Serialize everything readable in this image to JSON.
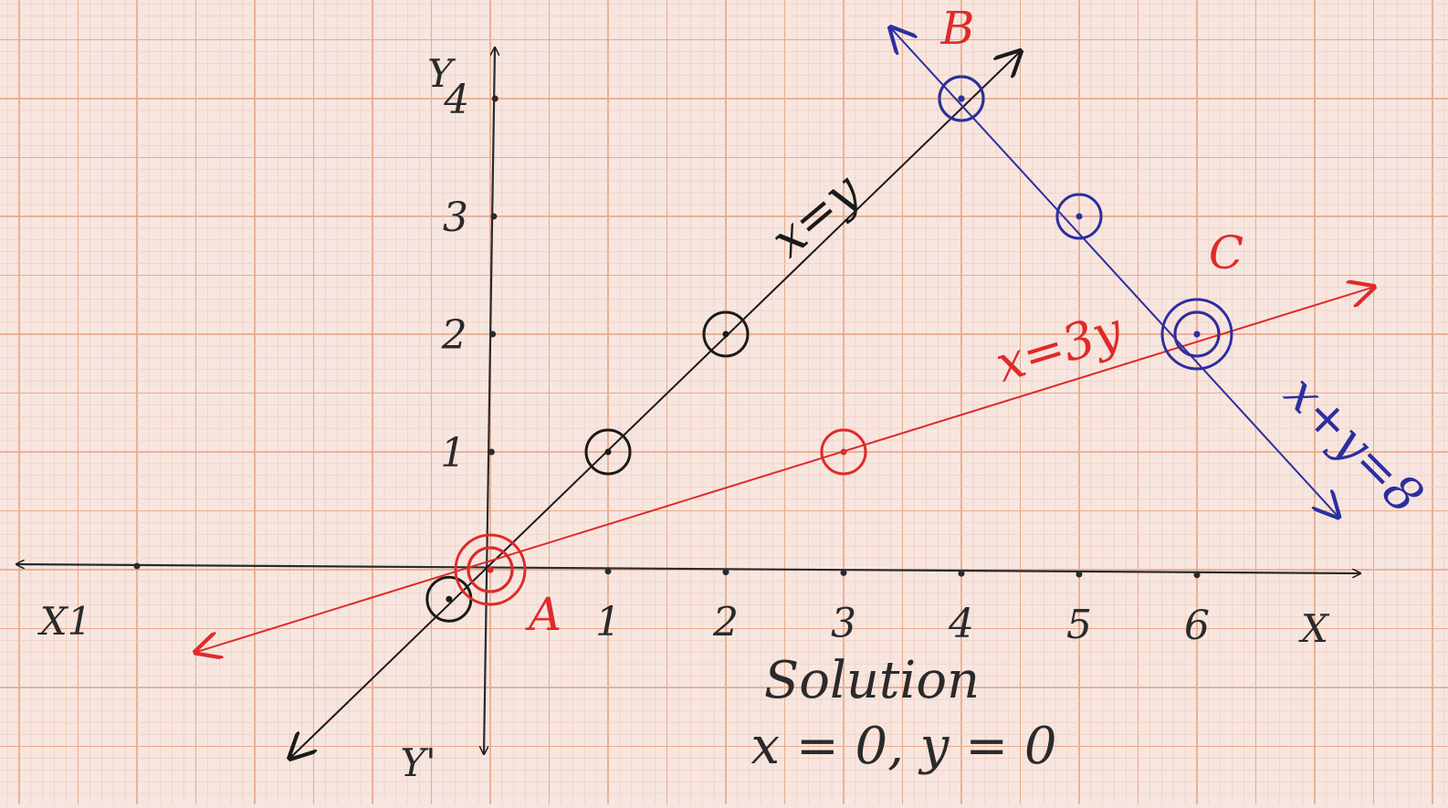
{
  "chart_data": {
    "type": "line",
    "xlim": [
      -4,
      7.2
    ],
    "ylim": [
      -1.6,
      4.4
    ],
    "grid": true,
    "x_ticks": [
      {
        "value": 1,
        "label": "1"
      },
      {
        "value": 2,
        "label": "2"
      },
      {
        "value": 3,
        "label": "3"
      },
      {
        "value": 4,
        "label": "4"
      },
      {
        "value": 5,
        "label": "5"
      },
      {
        "value": 6,
        "label": "6"
      }
    ],
    "y_ticks": [
      {
        "value": 1,
        "label": "1"
      },
      {
        "value": 2,
        "label": "2"
      },
      {
        "value": 3,
        "label": "3"
      },
      {
        "value": 4,
        "label": "4"
      }
    ],
    "axis_labels": {
      "x_pos": "X",
      "x_neg": "X1",
      "y_pos": "Y",
      "y_neg": "Y'"
    },
    "series": [
      {
        "name": "x=y",
        "color": "#1a1a1a",
        "line": [
          [
            -1.7,
            -1.6
          ],
          [
            4.5,
            4.4
          ]
        ],
        "points": [
          [
            -0.35,
            -0.25
          ],
          [
            0,
            0
          ],
          [
            1,
            1
          ],
          [
            2,
            2
          ],
          [
            4,
            4
          ]
        ]
      },
      {
        "name": "x=3y",
        "color": "#e02a2a",
        "line": [
          [
            -2.5,
            -0.7
          ],
          [
            7.5,
            2.4
          ]
        ],
        "points": [
          [
            0,
            0
          ],
          [
            3,
            1
          ],
          [
            6,
            2
          ]
        ]
      },
      {
        "name": "x+y=8",
        "color": "#2b2fa0",
        "line": [
          [
            3.4,
            4.6
          ],
          [
            7.2,
            0.45
          ]
        ],
        "points": [
          [
            4,
            4
          ],
          [
            5,
            3
          ],
          [
            6,
            2
          ]
        ]
      }
    ],
    "point_labels": [
      {
        "text": "A",
        "x": 0,
        "y": 0,
        "color": "#e02a2a"
      },
      {
        "text": "B",
        "x": 4,
        "y": 4,
        "color": "#e02a2a"
      },
      {
        "text": "C",
        "x": 6,
        "y": 2,
        "color": "#e02a2a"
      }
    ],
    "annotations": {
      "solution_title": "Solution",
      "solution_text": "x = 0, y = 0"
    },
    "colors": {
      "paper": "#f7e6e0",
      "grid_minor": "#f0c9b6",
      "grid_major": "#e9ab8c",
      "axis": "#2a2a2a"
    }
  }
}
